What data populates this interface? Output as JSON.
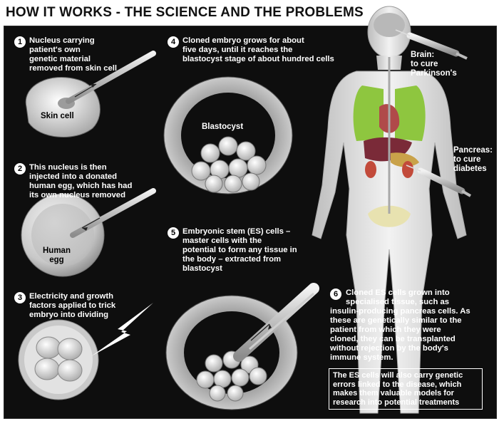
{
  "title": "HOW IT WORKS - THE SCIENCE AND THE PROBLEMS",
  "steps": [
    {
      "number": "1",
      "lines": [
        "Nucleus carrying",
        "patient's own",
        "genetic material",
        "removed from skin cell"
      ]
    },
    {
      "number": "2",
      "lines": [
        "This nucleus is then",
        "injected into a donated",
        "human egg, which has had",
        "its own nucleus removed"
      ]
    },
    {
      "number": "3",
      "lines": [
        "Electricity and growth",
        "factors applied to trick",
        "embryo into dividing"
      ]
    },
    {
      "number": "4",
      "lines": [
        "Cloned embryo grows for about",
        "five days, until it reaches the",
        "blastocyst stage of about hundred cells"
      ]
    },
    {
      "number": "5",
      "lines": [
        "Embryonic stem (ES) cells –",
        "master cells with the",
        "potential to form any tissue in",
        "the body – extracted from",
        "blastocyst"
      ]
    },
    {
      "number": "6",
      "lines": [
        "Cloned ES cells grown into",
        "specialised tissue, such as",
        "insulin-producing pancreas cells. As",
        "these are genetically similar to the",
        "patient from which they were",
        "cloned, they can be transplanted",
        "without rejection by the body's",
        "immune system."
      ]
    }
  ],
  "labels": {
    "skin_cell": "Skin cell",
    "human_egg": [
      "Human",
      "egg"
    ],
    "blastocyst": "Blastocyst",
    "brain": [
      "Brain:",
      "to cure",
      "Parkinson's"
    ],
    "pancreas": [
      "Pancreas:",
      "to cure",
      "diabetes"
    ]
  },
  "note": [
    "The ES cells will also carry genetic",
    "errors linked to the disease, which",
    "makes them valuable models for",
    "research into potential treatments"
  ],
  "colors": {
    "panel": "#0e0e0e",
    "text": "#ffffff",
    "lungs": "#8ec63f",
    "liver": "#7a2a38",
    "body": "#e9e9e9"
  }
}
